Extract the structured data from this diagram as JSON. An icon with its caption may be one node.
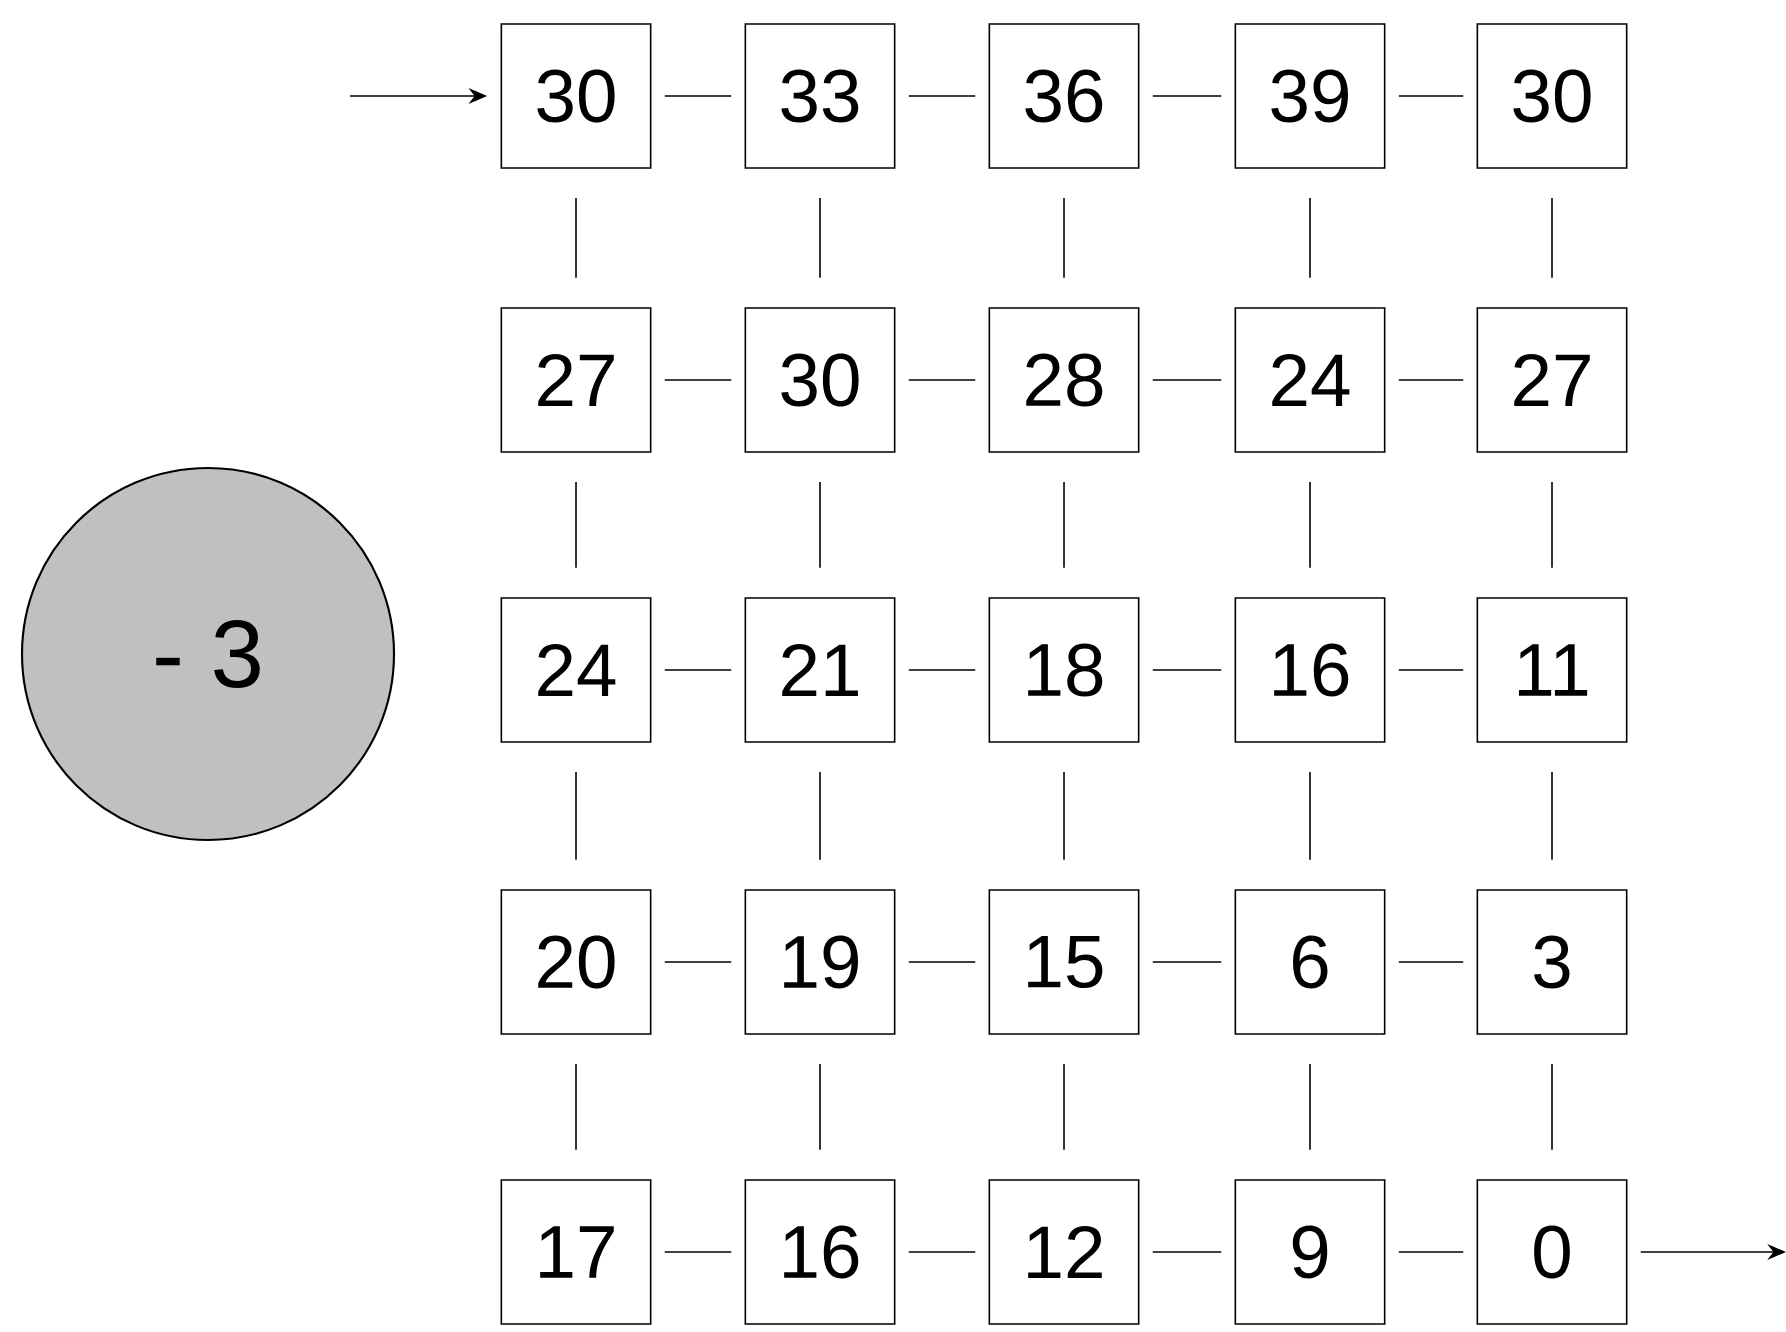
{
  "diagram": {
    "nodes": [
      {
        "text": [
          "- 3"
        ]
      },
      {
        "text": [
          "30"
        ]
      },
      {
        "text": [
          "33"
        ]
      },
      {
        "text": [
          "36"
        ]
      },
      {
        "text": [
          "39"
        ]
      },
      {
        "text": [
          "30"
        ]
      },
      {
        "text": [
          "27"
        ]
      },
      {
        "text": [
          "30"
        ]
      },
      {
        "text": [
          "28"
        ]
      },
      {
        "text": [
          "24"
        ]
      },
      {
        "text": [
          "27"
        ]
      },
      {
        "text": [
          "24"
        ]
      },
      {
        "text": [
          "21"
        ]
      },
      {
        "text": [
          "18"
        ]
      },
      {
        "text": [
          "16"
        ]
      },
      {
        "text": [
          "11"
        ]
      },
      {
        "text": [
          "20"
        ]
      },
      {
        "text": [
          "19"
        ]
      },
      {
        "text": [
          "15"
        ]
      },
      {
        "text": [
          "6"
        ]
      },
      {
        "text": [
          "3"
        ]
      },
      {
        "text": [
          "17"
        ]
      },
      {
        "text": [
          "16"
        ]
      },
      {
        "text": [
          "12"
        ]
      },
      {
        "text": [
          "9"
        ]
      },
      {
        "text": [
          "0"
        ]
      }
    ],
    "edges": [
      {
        "from": null,
        "to": 1,
        "arrow": "to"
      },
      {
        "from": 1,
        "to": 2,
        "arrow": "none"
      },
      {
        "from": 2,
        "to": 3,
        "arrow": "none"
      },
      {
        "from": 3,
        "to": 4,
        "arrow": "none"
      },
      {
        "from": 4,
        "to": 5,
        "arrow": "none"
      },
      {
        "from": 1,
        "to": 6,
        "arrow": "none"
      },
      {
        "from": 2,
        "to": 7,
        "arrow": "none"
      },
      {
        "from": 3,
        "to": 8,
        "arrow": "none"
      },
      {
        "from": 4,
        "to": 9,
        "arrow": "none"
      },
      {
        "from": 5,
        "to": 10,
        "arrow": "none"
      },
      {
        "from": 6,
        "to": 7,
        "arrow": "none"
      },
      {
        "from": 7,
        "to": 8,
        "arrow": "none"
      },
      {
        "from": 8,
        "to": 9,
        "arrow": "none"
      },
      {
        "from": 9,
        "to": 10,
        "arrow": "none"
      },
      {
        "from": 6,
        "to": 11,
        "arrow": "none"
      },
      {
        "from": 7,
        "to": 12,
        "arrow": "none"
      },
      {
        "from": 8,
        "to": 13,
        "arrow": "none"
      },
      {
        "from": 9,
        "to": 14,
        "arrow": "none"
      },
      {
        "from": 10,
        "to": 15,
        "arrow": "none"
      },
      {
        "from": 11,
        "to": 12,
        "arrow": "none"
      },
      {
        "from": 12,
        "to": 13,
        "arrow": "none"
      },
      {
        "from": 13,
        "to": 14,
        "arrow": "none"
      },
      {
        "from": 14,
        "to": 15,
        "arrow": "none"
      },
      {
        "from": 11,
        "to": 16,
        "arrow": "none"
      },
      {
        "from": 12,
        "to": 17,
        "arrow": "none"
      },
      {
        "from": 13,
        "to": 18,
        "arrow": "none"
      },
      {
        "from": 14,
        "to": 19,
        "arrow": "none"
      },
      {
        "from": 15,
        "to": 20,
        "arrow": "none"
      },
      {
        "from": 16,
        "to": 17,
        "arrow": "none"
      },
      {
        "from": 17,
        "to": 18,
        "arrow": "none"
      },
      {
        "from": 18,
        "to": 19,
        "arrow": "none"
      },
      {
        "from": 19,
        "to": 20,
        "arrow": "none"
      },
      {
        "from": 16,
        "to": 21,
        "arrow": "none"
      },
      {
        "from": 17,
        "to": 22,
        "arrow": "none"
      },
      {
        "from": 18,
        "to": 23,
        "arrow": "none"
      },
      {
        "from": 19,
        "to": 24,
        "arrow": "none"
      },
      {
        "from": 20,
        "to": 25,
        "arrow": "none"
      },
      {
        "from": 21,
        "to": 22,
        "arrow": "none"
      },
      {
        "from": 22,
        "to": 23,
        "arrow": "none"
      },
      {
        "from": 23,
        "to": 24,
        "arrow": "none"
      },
      {
        "from": 24,
        "to": 25,
        "arrow": "none"
      },
      {
        "from": 25,
        "to": null,
        "arrow": "to"
      }
    ]
  }
}
